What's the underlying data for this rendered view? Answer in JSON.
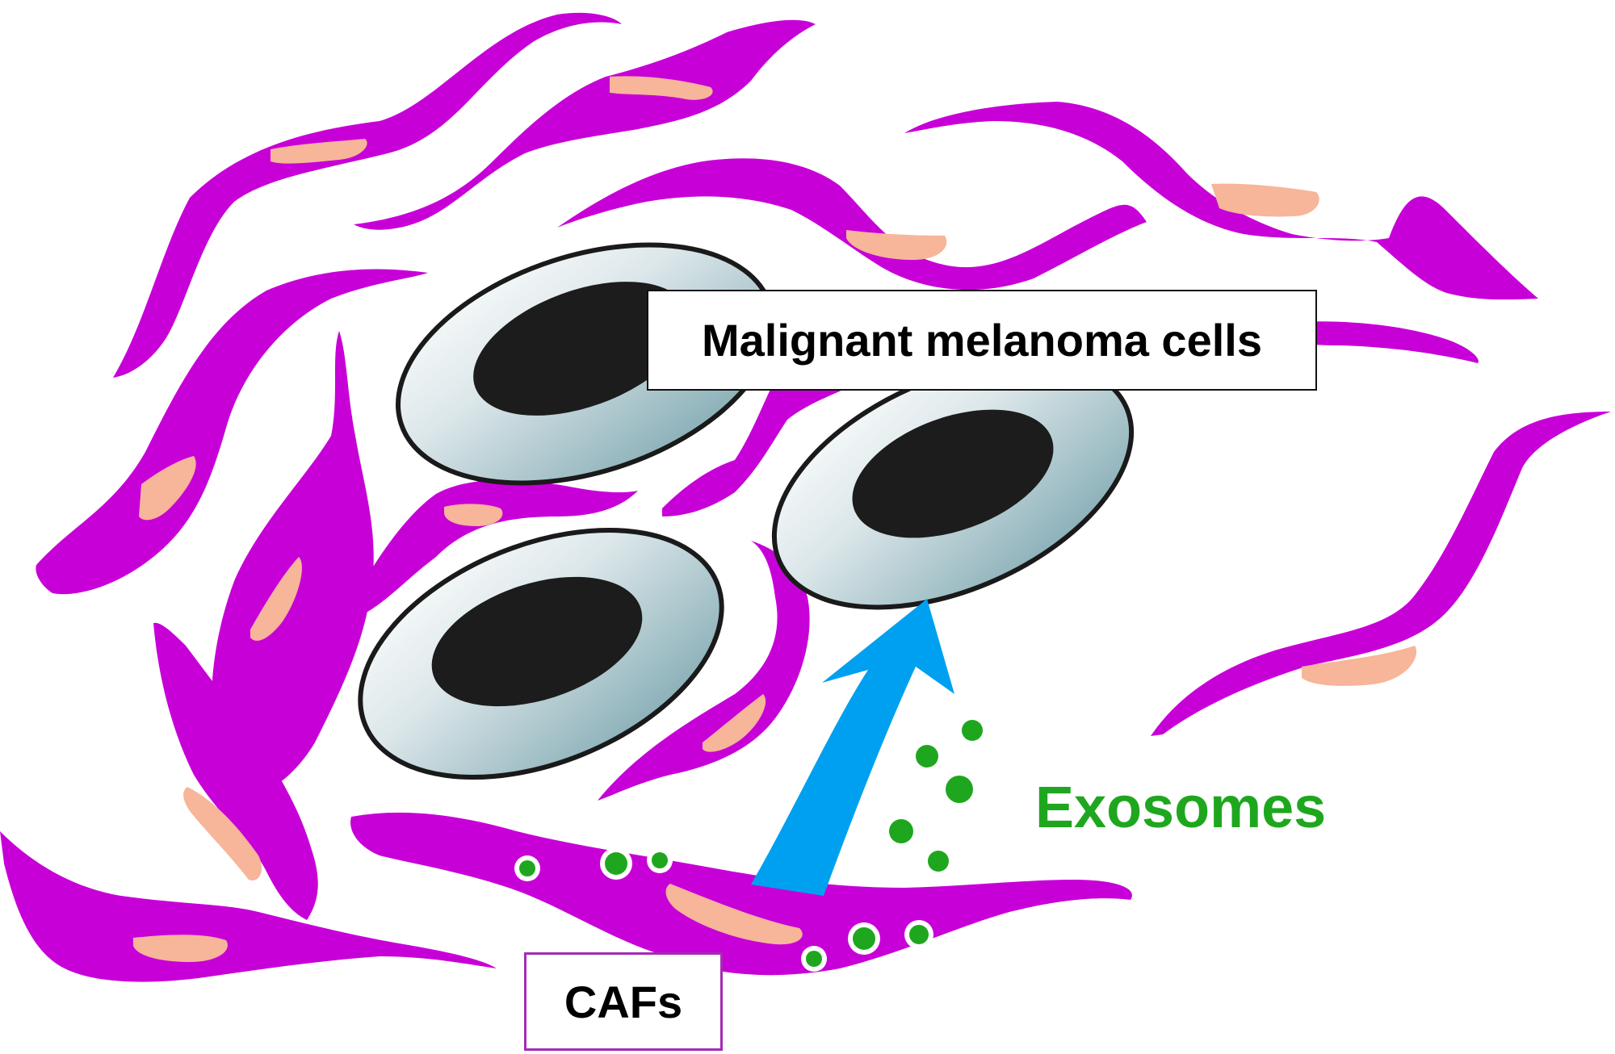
{
  "labels": {
    "melanoma": "Malignant melanoma cells",
    "cafs": "CAFs",
    "exosomes": "Exosomes"
  },
  "colors": {
    "fibroblast": "#c800d8",
    "fibroblast_nucleus": "#f7b59a",
    "exosome": "#1ea71e",
    "arrow": "#00a0f0",
    "cell_outline": "#1a1a1a",
    "cell_nucleus": "#1c1c1c",
    "cell_body": "#d4e2e6",
    "cafs_border": "#a52bb5",
    "exosomes_text": "#1ea71e"
  },
  "icons": {
    "fibroblast": "spindle-fibroblast-icon",
    "melanoma_cell": "melanoma-cell-icon",
    "exosome": "exosome-vesicle-icon",
    "arrow": "curved-arrow-icon"
  }
}
